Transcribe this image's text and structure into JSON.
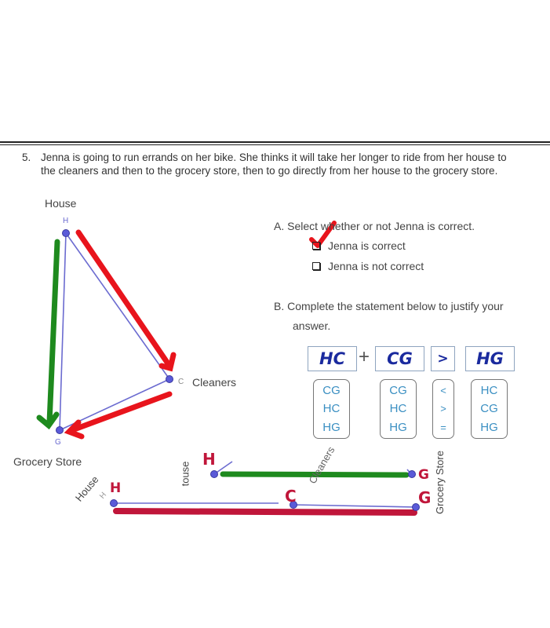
{
  "question": {
    "number": "5.",
    "text_line1": "Jenna is going to run errands on her bike. She thinks it will take her longer to ride from her house to",
    "text_line2": "the cleaners and then to the grocery store, then to go directly from her house to the grocery store."
  },
  "diagram": {
    "house_label": "House",
    "h_point": "H",
    "cleaners_label": "Cleaners",
    "c_point": "C",
    "grocery_label": "Grocery Store",
    "g_point": "G"
  },
  "bottom_sketch": {
    "house_label": "House",
    "house_label_cut": "touse",
    "cleaners_label": "Cleaners",
    "grocery_label": "Grocery Store",
    "h_point": "H",
    "hand_h": "H",
    "hand_c": "C",
    "hand_g": "G"
  },
  "part_a": {
    "prompt": "A.  Select whether or not Jenna is correct.",
    "options": [
      {
        "label": "Jenna is correct",
        "checked": true
      },
      {
        "label": "Jenna is not correct",
        "checked": false
      }
    ]
  },
  "part_b": {
    "prompt_line1": "B.  Complete the statement below to justify your",
    "prompt_line2": "answer.",
    "answers": [
      "HC",
      "CG",
      ">",
      "HG"
    ],
    "plus": "+",
    "choices": [
      [
        "CG",
        "HC",
        "HG"
      ],
      [
        "CG",
        "HC",
        "HG"
      ],
      [
        "<",
        ">",
        "="
      ],
      [
        "HC",
        "CG",
        "HG"
      ]
    ]
  },
  "colors": {
    "red": "#e8141c",
    "green": "#1e8a1e",
    "crimson": "#c0163a",
    "line": "#6b6bd0"
  }
}
